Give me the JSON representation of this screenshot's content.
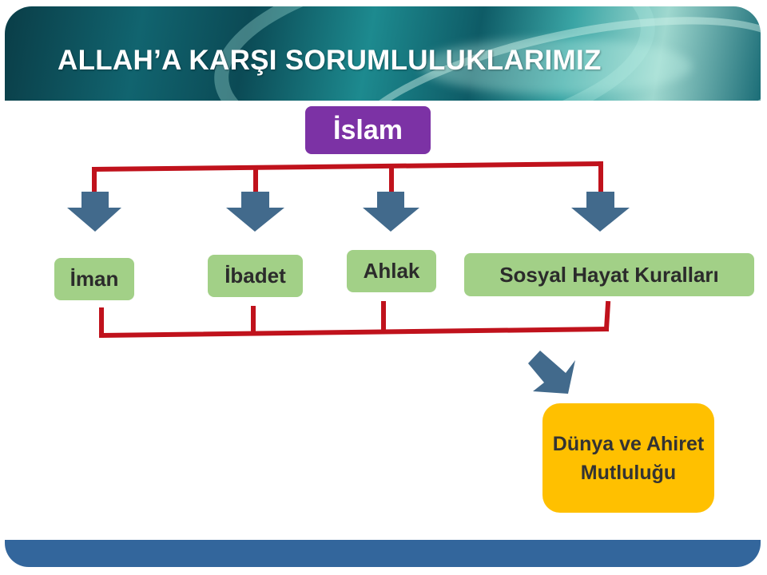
{
  "slide": {
    "title": "ALLAH’A KARŞI SORUMLULUKLARIMIZ"
  },
  "diagram": {
    "root": "İslam",
    "branches": [
      "İman",
      "İbadet",
      "Ahlak",
      "Sosyal Hayat Kuralları"
    ],
    "result": "Dünya ve Ahiret Mutluluğu"
  },
  "colors": {
    "header": "#0e5b66",
    "footer": "#33669c",
    "root_box": "#7c32a5",
    "branch_box": "#a2d087",
    "result_box": "#ffc000",
    "connector": "#c0121c",
    "arrow": "#426a8c"
  }
}
